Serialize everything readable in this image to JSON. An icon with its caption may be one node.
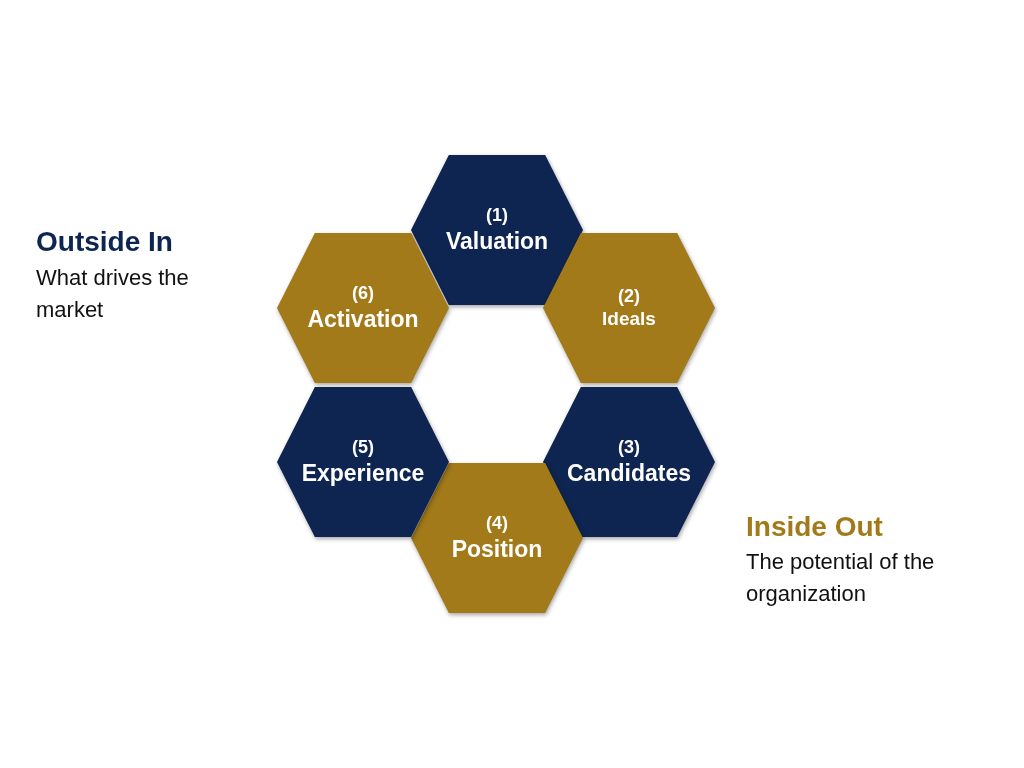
{
  "diagram": {
    "nodes": [
      {
        "text": [
          "(1)",
          "Valuation"
        ]
      },
      {
        "text": [
          "(2)",
          "Ideals"
        ]
      },
      {
        "text": [
          "(3)",
          "Candidates"
        ]
      },
      {
        "text": [
          "(4)",
          "Position"
        ]
      },
      {
        "text": [
          "(5)",
          "Experience"
        ]
      },
      {
        "text": [
          "(6)",
          "Activation"
        ]
      }
    ],
    "edges": [],
    "labels": [
      "Outside In",
      "What drives the market",
      "Inside Out",
      "The potential of the organization"
    ]
  }
}
